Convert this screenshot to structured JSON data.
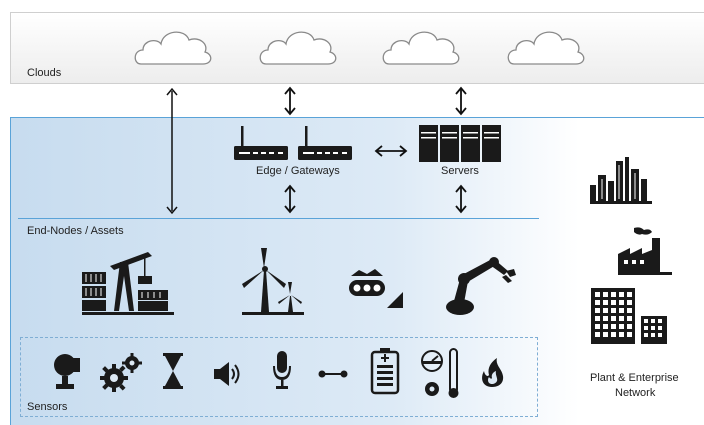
{
  "diagram": {
    "clouds": {
      "label": "Clouds",
      "cloud_icons": [
        "cloud-icon",
        "cloud-icon",
        "cloud-icon",
        "cloud-icon"
      ]
    },
    "edge": {
      "label": "Edge / Gateways",
      "icons": [
        "router-icon",
        "router-icon"
      ]
    },
    "servers": {
      "label": "Servers",
      "icon": "server-rack-icon"
    },
    "end_nodes": {
      "label": "End-Nodes / Assets",
      "assets": [
        "container-crane-icon",
        "wind-turbine-icon",
        "conveyor-icon",
        "robot-arm-icon"
      ]
    },
    "sensors": {
      "label": "Sensors",
      "icons": [
        "camera-icon",
        "gears-icon",
        "hourglass-icon",
        "speaker-icon",
        "microphone-icon",
        "connector-icon",
        "battery-icon",
        "gauge-thermometer-icon",
        "flame-icon"
      ]
    },
    "plant": {
      "label_line1": "Plant & Enterprise",
      "label_line2": "Network",
      "icons": [
        "city-skyline-icon",
        "factory-icon",
        "office-building-icon"
      ]
    },
    "colors": {
      "area_border": "#5aa3d8",
      "area_fill": "#c7dcef",
      "icon": "#1a1a1a"
    }
  }
}
